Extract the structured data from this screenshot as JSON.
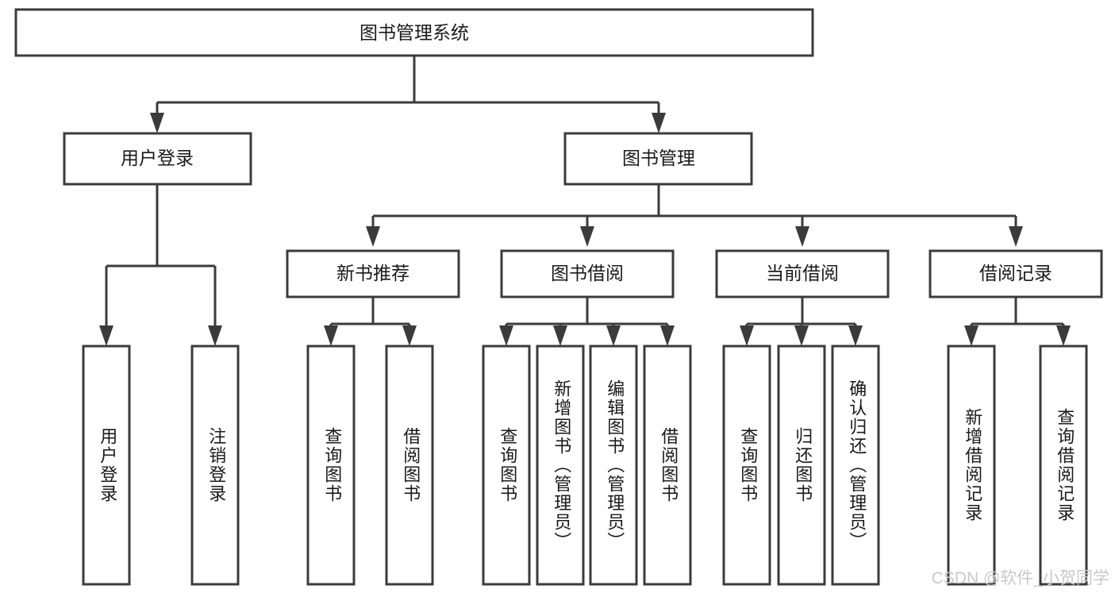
{
  "diagram": {
    "title": "图书管理系统",
    "type": "tree-hierarchy",
    "orientation": "top-down",
    "colors": {
      "box_stroke": "#3b3b3b",
      "box_fill": "#ffffff",
      "text": "#1a1a1a",
      "connector": "#3b3b3b",
      "background": "#ffffff",
      "watermark": "#c9c9c9"
    },
    "root": {
      "label": "图书管理系统"
    },
    "level2": [
      {
        "label": "用户登录"
      },
      {
        "label": "图书管理"
      }
    ],
    "level3": [
      {
        "label": "新书推荐"
      },
      {
        "label": "图书借阅"
      },
      {
        "label": "当前借阅"
      },
      {
        "label": "借阅记录"
      }
    ],
    "leaves": {
      "user_login": [
        {
          "label": "用户登录"
        },
        {
          "label": "注销登录"
        }
      ],
      "new_book_recommend": [
        {
          "label": "查询图书"
        },
        {
          "label": "借阅图书"
        }
      ],
      "book_borrow": [
        {
          "label": "查询图书"
        },
        {
          "label": "新增图书（管理员）"
        },
        {
          "label": "编辑图书（管理员）"
        },
        {
          "label": "借阅图书"
        }
      ],
      "current_borrow": [
        {
          "label": "查询图书"
        },
        {
          "label": "归还图书"
        },
        {
          "label": "确认归还（管理员）"
        }
      ],
      "borrow_record": [
        {
          "label": "新增借阅记录"
        },
        {
          "label": "查询借阅记录"
        }
      ]
    }
  },
  "watermark": {
    "text": "CSDN @软件_小贺同学"
  }
}
